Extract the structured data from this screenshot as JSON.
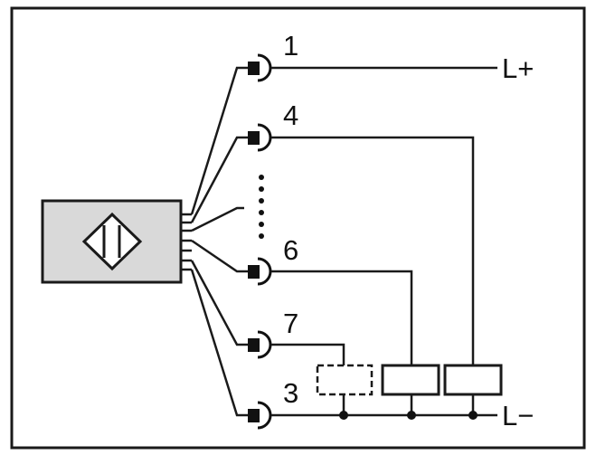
{
  "colors": {
    "frame": "#1a1a1a",
    "sensor_fill": "#d9d9d9",
    "line": "#1a1a1a",
    "plug": "#111111"
  },
  "icons": {
    "sensor_symbol": "diamond-with-bars-icon"
  },
  "diagram": {
    "pins": [
      {
        "label": "1"
      },
      {
        "label": "4"
      },
      {
        "label": "6"
      },
      {
        "label": "7"
      },
      {
        "label": "3"
      }
    ],
    "supply": {
      "positive": "L+",
      "negative": "L−"
    }
  }
}
